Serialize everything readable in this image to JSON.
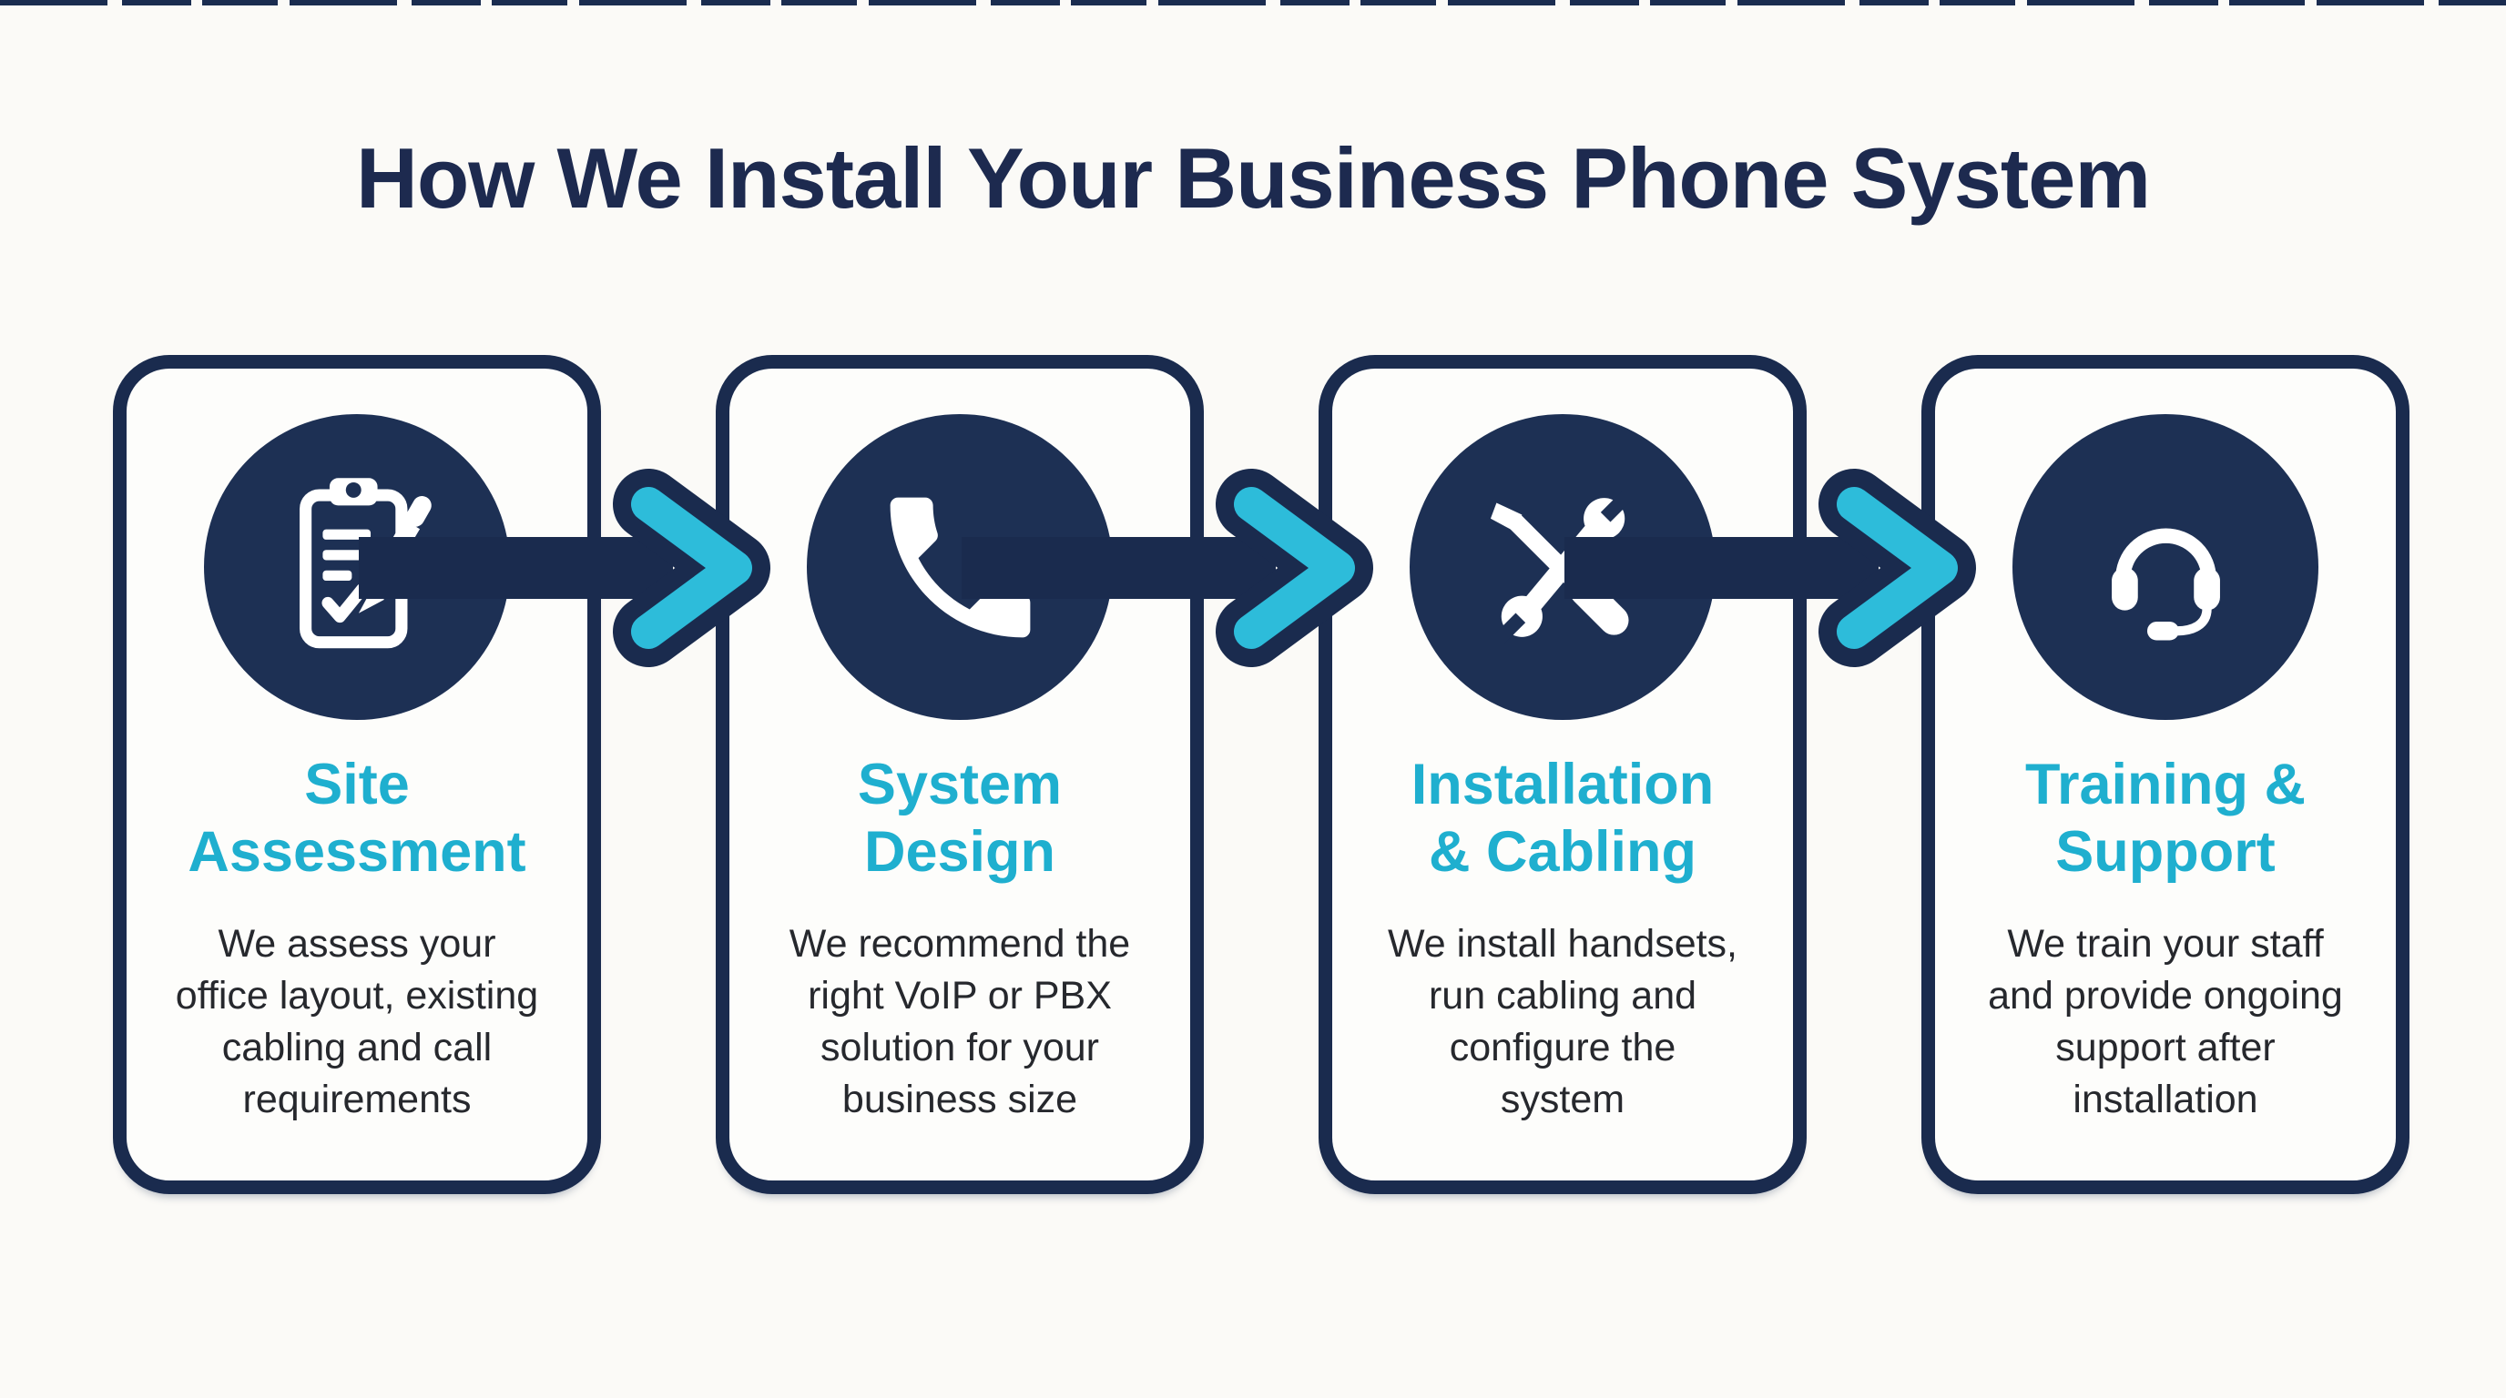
{
  "title": "How We Install Your Business Phone System",
  "colors": {
    "navy": "#1A2B4E",
    "circle_navy": "#1D3054",
    "heading_cyan": "#1FAFCF",
    "chevron_cyan": "#2DBCDA",
    "background": "#FBFAF7",
    "card_background": "#FDFDFB",
    "body_text": "#26282D"
  },
  "arrows": {
    "count": 3,
    "icon": "chevron-right-icon",
    "direction": "right"
  },
  "steps": [
    {
      "icon": "clipboard-pencil-icon",
      "title_lines": [
        "Site",
        "Assessment"
      ],
      "desc_lines": [
        "We assess your",
        "office layout, existing",
        "cabling and call",
        "requirements"
      ]
    },
    {
      "icon": "phone-handset-icon",
      "title_lines": [
        "System",
        "Design"
      ],
      "desc_lines": [
        "We recommend the",
        "right VoIP or PBX",
        "solution for your",
        "business size"
      ]
    },
    {
      "icon": "crossed-tools-icon",
      "title_lines": [
        "Installation",
        "& Cabling"
      ],
      "desc_lines": [
        "We install handsets,",
        "run cabling and",
        "configure the",
        "system"
      ]
    },
    {
      "icon": "headset-icon",
      "title_lines": [
        "Training &",
        "Support"
      ],
      "desc_lines": [
        "We train your staff",
        "and provide ongoing",
        "support after",
        "installation"
      ]
    }
  ]
}
